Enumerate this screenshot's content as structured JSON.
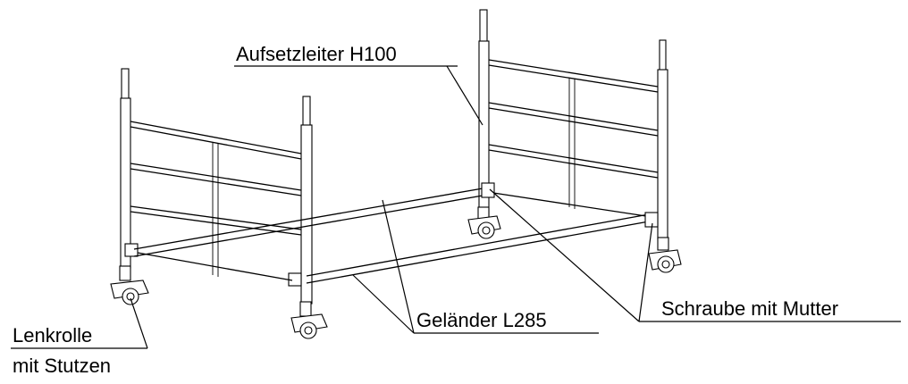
{
  "diagram": {
    "labels": {
      "ladder": "Aufsetzleiter H100",
      "railing": "Geländer L285",
      "bolt": "Schraube mit Mutter",
      "caster_line1": "Lenkrolle",
      "caster_line2": "mit Stutzen"
    },
    "colors": {
      "line": "#000000",
      "background": "#ffffff"
    }
  }
}
